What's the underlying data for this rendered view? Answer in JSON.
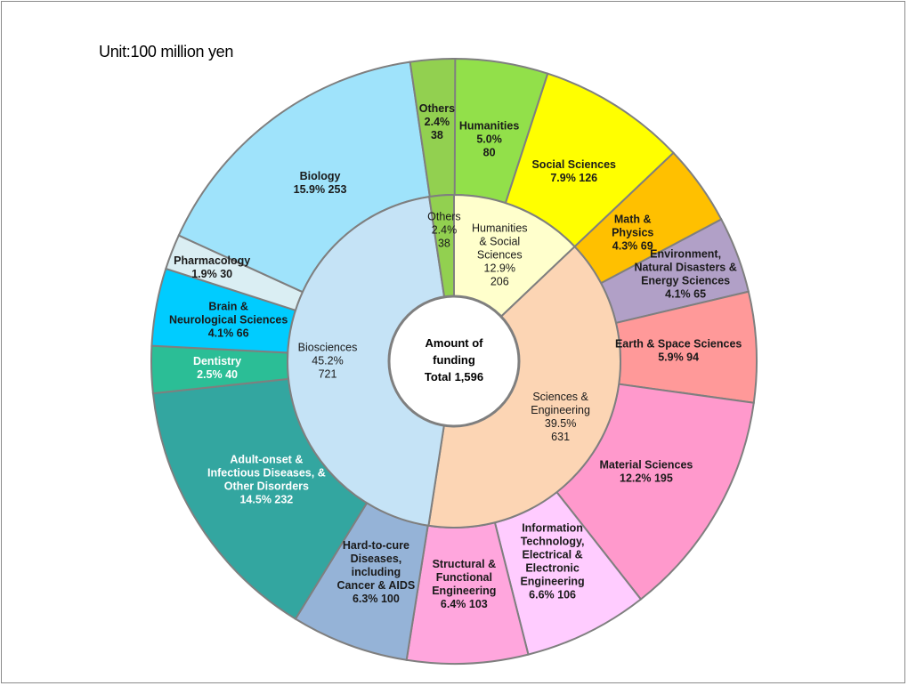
{
  "chart_data": {
    "type": "sunburst",
    "title": "Amount of funding",
    "unit_label": "Unit:100 million yen",
    "center": {
      "lines": [
        "Amount of",
        "funding",
        "Total  1,596"
      ],
      "total": 1596
    },
    "inner_ring": [
      {
        "name": "Humanities & Social Sciences",
        "lines": [
          "Humanities",
          "& Social",
          "Sciences",
          "12.9%",
          "206"
        ],
        "percent": 12.9,
        "value": 206,
        "color": "#FFFFCC"
      },
      {
        "name": "Sciences & Engineering",
        "lines": [
          "Sciences &",
          "Engineering",
          "39.5%",
          "631"
        ],
        "percent": 39.5,
        "value": 631,
        "color": "#FCD5B4"
      },
      {
        "name": "Biosciences",
        "lines": [
          "Biosciences",
          "45.2%",
          "721"
        ],
        "percent": 45.2,
        "value": 721,
        "color": "#C5E3F6"
      },
      {
        "name": "Others",
        "lines": [
          "Others",
          "2.4%",
          "38"
        ],
        "percent": 2.4,
        "value": 38,
        "color": "#92D050"
      }
    ],
    "outer_ring": [
      {
        "name": "Humanities",
        "parent": "Humanities & Social Sciences",
        "lines": [
          "Humanities",
          "5.0%",
          "80"
        ],
        "percent": 5.0,
        "value": 80,
        "color": "#92E04A",
        "text_color": "#1a1a1a"
      },
      {
        "name": "Social Sciences",
        "parent": "Humanities & Social Sciences",
        "lines": [
          "Social Sciences",
          "7.9%  126"
        ],
        "percent": 7.9,
        "value": 126,
        "color": "#FFFF00",
        "text_color": "#1a1a1a"
      },
      {
        "name": "Math & Physics",
        "parent": "Sciences & Engineering",
        "lines": [
          "Math &",
          "Physics",
          "4.3%  69"
        ],
        "percent": 4.3,
        "value": 69,
        "color": "#FFC000",
        "text_color": "#1a1a1a"
      },
      {
        "name": "Environment, Natural Disasters & Energy Sciences",
        "parent": "Sciences & Engineering",
        "lines": [
          "Environment,",
          "Natural Disasters &",
          "Energy Sciences",
          "4.1%  65"
        ],
        "percent": 4.1,
        "value": 65,
        "color": "#B1A0C7",
        "text_color": "#1a1a1a"
      },
      {
        "name": "Earth & Space Sciences",
        "parent": "Sciences & Engineering",
        "lines": [
          "Earth & Space Sciences",
          "5.9%  94"
        ],
        "percent": 5.9,
        "value": 94,
        "color": "#FF9999",
        "text_color": "#1a1a1a"
      },
      {
        "name": "Material Sciences",
        "parent": "Sciences & Engineering",
        "lines": [
          "Material Sciences",
          "12.2%  195"
        ],
        "percent": 12.2,
        "value": 195,
        "color": "#FF99CC",
        "text_color": "#1a1a1a"
      },
      {
        "name": "Information Technology, Electrical & Electronic Engineering",
        "parent": "Sciences & Engineering",
        "lines": [
          "Information",
          "Technology,",
          "Electrical &",
          "Electronic",
          "Engineering",
          "6.6%  106"
        ],
        "percent": 6.6,
        "value": 106,
        "color": "#FFCCFF",
        "text_color": "#1a1a1a"
      },
      {
        "name": "Structural & Functional Engineering",
        "parent": "Sciences & Engineering",
        "lines": [
          "Structural &",
          "Functional",
          "Engineering",
          "6.4%  103"
        ],
        "percent": 6.4,
        "value": 103,
        "color": "#FFA6DD",
        "text_color": "#1a1a1a"
      },
      {
        "name": "Hard-to-cure Diseases, including Cancer & AIDS",
        "parent": "Biosciences",
        "lines": [
          "Hard-to-cure",
          "Diseases,",
          "including",
          "Cancer & AIDS",
          "6.3%  100"
        ],
        "percent": 6.3,
        "value": 100,
        "color": "#95B3D7",
        "text_color": "#1a1a1a"
      },
      {
        "name": "Adult-onset & Infectious Diseases, & Other Disorders",
        "parent": "Biosciences",
        "lines": [
          "Adult-onset &",
          "Infectious Diseases, &",
          "Other Disorders",
          "14.5%  232"
        ],
        "percent": 14.5,
        "value": 232,
        "color": "#33A6A0",
        "text_color": "#ffffff"
      },
      {
        "name": "Dentistry",
        "parent": "Biosciences",
        "lines": [
          "Dentistry",
          "2.5%  40"
        ],
        "percent": 2.5,
        "value": 40,
        "color": "#2BBE96",
        "text_color": "#ffffff"
      },
      {
        "name": "Brain & Neurological Sciences",
        "parent": "Biosciences",
        "lines": [
          "Brain &",
          "Neurological Sciences",
          "4.1%  66"
        ],
        "percent": 4.1,
        "value": 66,
        "color": "#00CCFF",
        "text_color": "#1a1a1a"
      },
      {
        "name": "Pharmacology",
        "parent": "Biosciences",
        "lines": [
          "Pharmacology",
          "1.9%  30"
        ],
        "percent": 1.9,
        "value": 30,
        "color": "#DAEEF3",
        "text_color": "#1a1a1a"
      },
      {
        "name": "Biology",
        "parent": "Biosciences",
        "lines": [
          "Biology",
          "15.9%  253"
        ],
        "percent": 15.9,
        "value": 253,
        "color": "#9FE3FB",
        "text_color": "#1a1a1a"
      },
      {
        "name": "Others",
        "parent": "Others",
        "lines": [
          "Others",
          "2.4%",
          "38"
        ],
        "percent": 2.4,
        "value": 38,
        "color": "#92D050",
        "text_color": "#1a1a1a"
      }
    ],
    "start_angle": "12 o'clock",
    "direction": "clockwise",
    "legend": "none"
  }
}
